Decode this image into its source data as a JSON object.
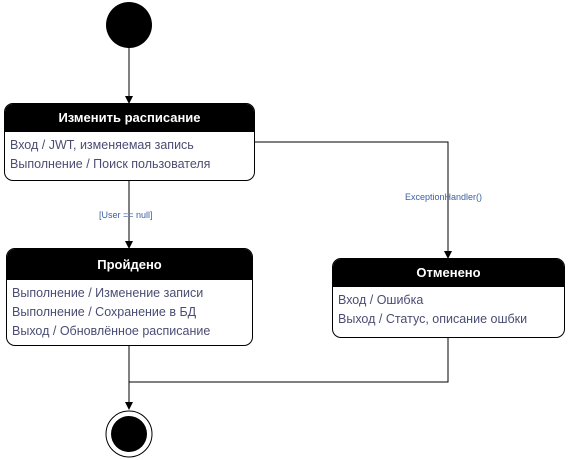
{
  "states": {
    "edit": {
      "title": "Изменить расписание",
      "actions": [
        "Вход / JWT, изменяемая запись",
        "Выполнение / Поиск пользователя"
      ]
    },
    "passed": {
      "title": "Пройдено",
      "actions": [
        "Выполнение / Изменение записи",
        "Выполнение / Сохранение в БД",
        "Выход / Обновлённое расписание"
      ]
    },
    "cancelled": {
      "title": "Отменено",
      "actions": [
        "Вход / Ошибка",
        "Выход / Статус, описание ошбки"
      ]
    }
  },
  "transitions": {
    "guard_user_null": "[User == null]",
    "exception_handler": "ExceptionHandler()"
  },
  "colors": {
    "text": "#4a4d73",
    "guard": "#3a5fa6",
    "header": "#000000"
  }
}
